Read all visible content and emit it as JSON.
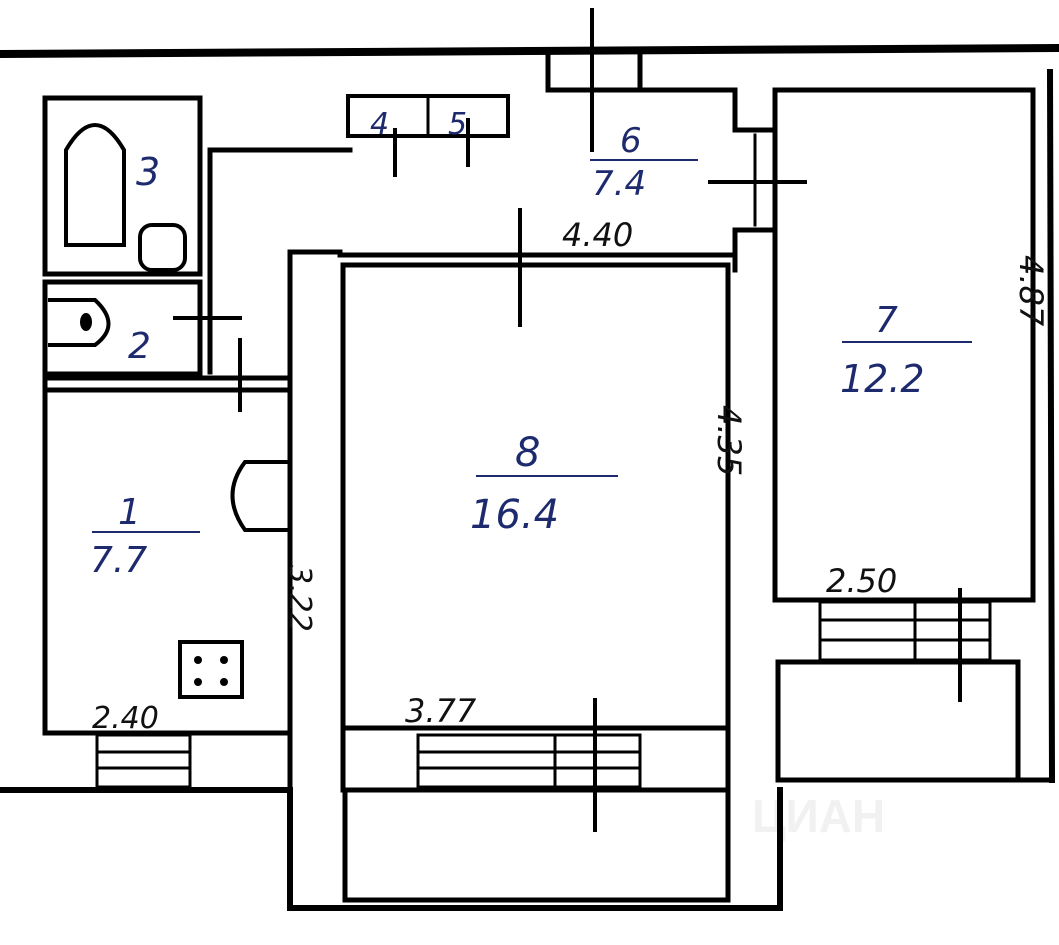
{
  "title": "Floor plan",
  "watermark": "ЦИАН",
  "colors": {
    "walls": "#000000",
    "labels": "#1d2a6e"
  },
  "rooms": [
    {
      "number": "1",
      "area": "7.7"
    },
    {
      "number": "2"
    },
    {
      "number": "3"
    },
    {
      "number": "4"
    },
    {
      "number": "5"
    },
    {
      "number": "6",
      "area": "7.4"
    },
    {
      "number": "7",
      "area": "12.2"
    },
    {
      "number": "8",
      "area": "16.4"
    }
  ],
  "dimensions": {
    "corridor_length": "4.40",
    "room7_length": "4.87",
    "room8_length": "4.35",
    "room7_width": "2.50",
    "room8_width": "3.77",
    "room1_length": "3.22",
    "room1_width": "2.40"
  }
}
